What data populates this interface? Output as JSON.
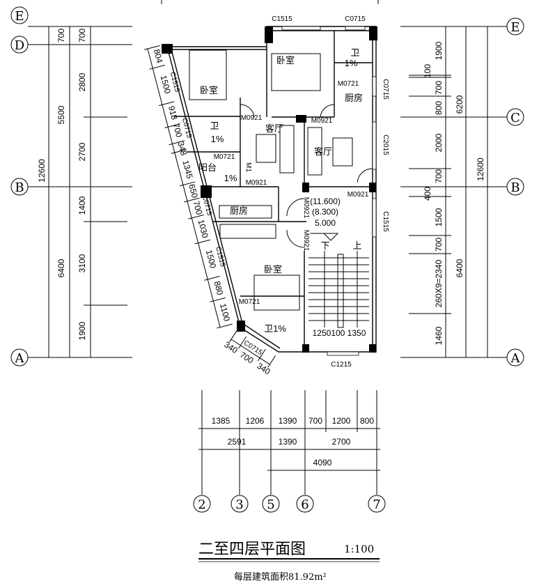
{
  "axes": {
    "E": "E",
    "D": "D",
    "C": "C",
    "B": "B",
    "A": "A",
    "n2": "2",
    "n3": "3",
    "n5": "5",
    "n6": "6",
    "n7": "7"
  },
  "left_dims": {
    "ed1": "700",
    "ed2": "700",
    "d5500": "5500",
    "d2800": "2800",
    "d2700": "2700",
    "d12600": "12600",
    "d1400": "1400",
    "d6400": "6400",
    "d3100": "3100",
    "d1900": "1900"
  },
  "right_dims": {
    "d1900": "1900",
    "d100": "100",
    "d700a": "700",
    "d800": "800",
    "d6200": "6200",
    "d2000": "2000",
    "d700b": "700",
    "d12600": "12600",
    "d400": "400",
    "d1500": "1500",
    "d700c": "700",
    "d2340": "260X9=2340",
    "d6400": "6400",
    "d1460": "1460"
  },
  "slant_dims": [
    "804",
    "1500",
    "918",
    "700",
    "348",
    "1345",
    "650",
    "700",
    "1030",
    "1500",
    "880",
    "1100"
  ],
  "slant_windows": [
    "C1515",
    "C0715",
    "C0715",
    "C1515"
  ],
  "corner_dims": {
    "a": "340",
    "b": "700",
    "c": "340",
    "win": "C0715"
  },
  "bottom_dims": {
    "row1": [
      "1385",
      "1206",
      "1390",
      "700",
      "1200",
      "800"
    ],
    "row2": [
      "2591",
      "1390",
      "2700"
    ],
    "row3": [
      "4090"
    ]
  },
  "windows": {
    "top1": "C1515",
    "top2": "C0715",
    "r1": "C0715",
    "r2": "C2015",
    "r3": "C1515",
    "bottom": "C1215"
  },
  "rooms": {
    "bed1": "卧室",
    "bed2": "卧室",
    "bed3": "卧室",
    "wc1": "卫",
    "wc2": "卫",
    "wc3": "卫1%",
    "kit1": "厨房",
    "kit2": "厨房",
    "living1": "客厅",
    "living2": "客厅",
    "balcony": "阳台",
    "slope1": "1%",
    "slope2": "1%",
    "slope3": "1%"
  },
  "doors": {
    "d1": "M0921",
    "d2": "M0921",
    "d3": "M0721",
    "d4": "M0721",
    "d5": "M0921",
    "d6": "M0921",
    "d7": "M0921",
    "d8": "M0921",
    "d9": "M0721",
    "m1": "M1"
  },
  "stair": {
    "elev1": "(11.600)",
    "elev2": "(8.300)",
    "elev3": "5.000",
    "down": "下",
    "up": "上",
    "widths": "1250100 1350"
  },
  "title": {
    "main": "二至四层平面图",
    "scale": "1:100",
    "area": "每层建筑面积81.92m²"
  }
}
